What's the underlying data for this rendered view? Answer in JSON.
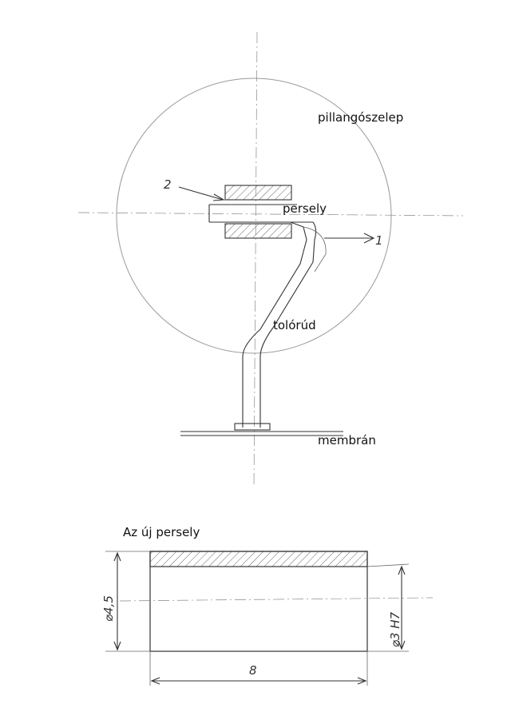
{
  "labels": {
    "valve": "pillangószelep",
    "bushing": "persely",
    "rod": "tolórúd",
    "membrane": "membrán",
    "new_bushing_title": "Az új persely"
  },
  "callouts": {
    "left_marker": "2",
    "right_marker": "1"
  },
  "dimensions": {
    "outer_diameter": "⌀4,5",
    "inner_diameter": "⌀3 H7",
    "length": "8"
  },
  "colors": {
    "pencil": "#333333",
    "circle": "#9a9a9a",
    "text": "#111111"
  }
}
